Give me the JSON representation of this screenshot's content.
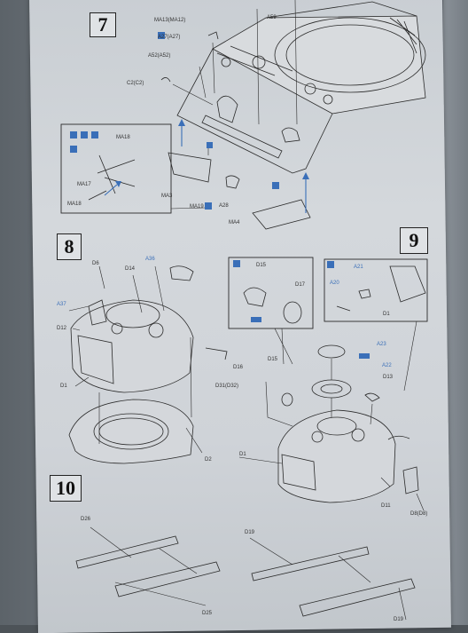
{
  "steps": {
    "s7": "7",
    "s8": "8",
    "s9": "9",
    "s10": "10"
  },
  "labels": {
    "ma13": "MA13(MA12)",
    "a27": "A27(A27)",
    "a52": "A52(A52)",
    "c2": "C2(C2)",
    "a59": "A59",
    "ma18a": "MA18",
    "ma17": "MA17",
    "ma18b": "MA18",
    "ma3": "MA3",
    "ma19": "MA19",
    "a28": "A28",
    "ma4": "MA4",
    "d6": "D6",
    "d14": "D14",
    "a36": "A36",
    "a37": "A37",
    "d12": "D12",
    "d1a": "D1",
    "d31": "D31(D32)",
    "d2": "D2",
    "d15a": "D15",
    "d17": "D17",
    "a21": "A21",
    "a20": "A20",
    "d1b": "D1",
    "a23": "A23",
    "a22": "A22",
    "d13": "D13",
    "d16": "D16",
    "d15b": "D15",
    "d1c": "D1",
    "d11": "D11",
    "d8": "D8(D8)",
    "d26": "D26",
    "d25": "D25",
    "d19a": "D19",
    "d19b": "D19"
  }
}
